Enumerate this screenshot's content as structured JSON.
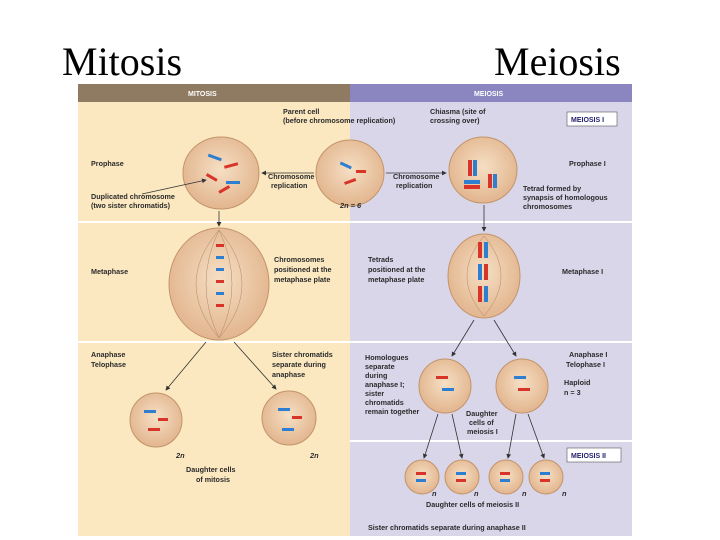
{
  "titles": {
    "mitosis": "Mitosis",
    "meiosis": "Meiosis"
  },
  "figure": {
    "mitosis_header": "MITOSIS",
    "meiosis_header": "MEIOSIS",
    "meiosis1_box": "MEIOSIS I",
    "meiosis2_box": "MEIOSIS II",
    "parent_cell": [
      "Parent cell",
      "(before chromosome replication)"
    ],
    "chiasma": [
      "Chiasma (site of",
      "crossing over)"
    ],
    "prophase": "Prophase",
    "prophase_1": "Prophase I",
    "chrom_repl_left": [
      "Chromosome",
      "replication"
    ],
    "chrom_repl_right": [
      "Chromosome",
      "replication"
    ],
    "tetrad_formed": [
      "Tetrad formed by",
      "synapsis of homologous",
      "chromosomes"
    ],
    "duplicated_chrom": [
      "Duplicated chromosome",
      "(two sister chromatids)"
    ],
    "two_n_6": "2n = 6",
    "metaphase": "Metaphase",
    "chrom_positioned": [
      "Chromosomes",
      "positioned at the",
      "metaphase plate"
    ],
    "tetrads_positioned": [
      "Tetrads",
      "positioned at the",
      "metaphase plate"
    ],
    "metaphase_1": "Metaphase I",
    "anaphase_telophase": [
      "Anaphase",
      "Telophase"
    ],
    "sister_separate": [
      "Sister chromatids",
      "separate during",
      "anaphase"
    ],
    "homologues_separate": [
      "Homologues",
      "separate",
      "during",
      "anaphase I;",
      "sister",
      "chromatids",
      "remain together"
    ],
    "anaphase_telophase_1": [
      "Anaphase I",
      "Telophase I"
    ],
    "haploid": [
      "Haploid",
      "n = 3"
    ],
    "daughter_meiosis1": [
      "Daughter",
      "cells of",
      "meiosis I"
    ],
    "two_n_left": "2n",
    "two_n_right": "2n",
    "daughter_mitosis": [
      "Daughter cells",
      "of mitosis"
    ],
    "n_labels": [
      "n",
      "n",
      "n",
      "n"
    ],
    "daughter_meiosis2": "Daughter cells of meiosis II",
    "sister_separate_m2": "Sister chromatids separate during anaphase II"
  },
  "colors": {
    "mitosis_bg": "#fbe8c0",
    "meiosis_bg": "#d9d6ea",
    "mitosis_header": "#8f7a62",
    "meiosis_header": "#8b86bf",
    "cell_fill": "#ecc8a4",
    "chrom_red": "#d8342a",
    "chrom_blue": "#2f7fd0"
  }
}
